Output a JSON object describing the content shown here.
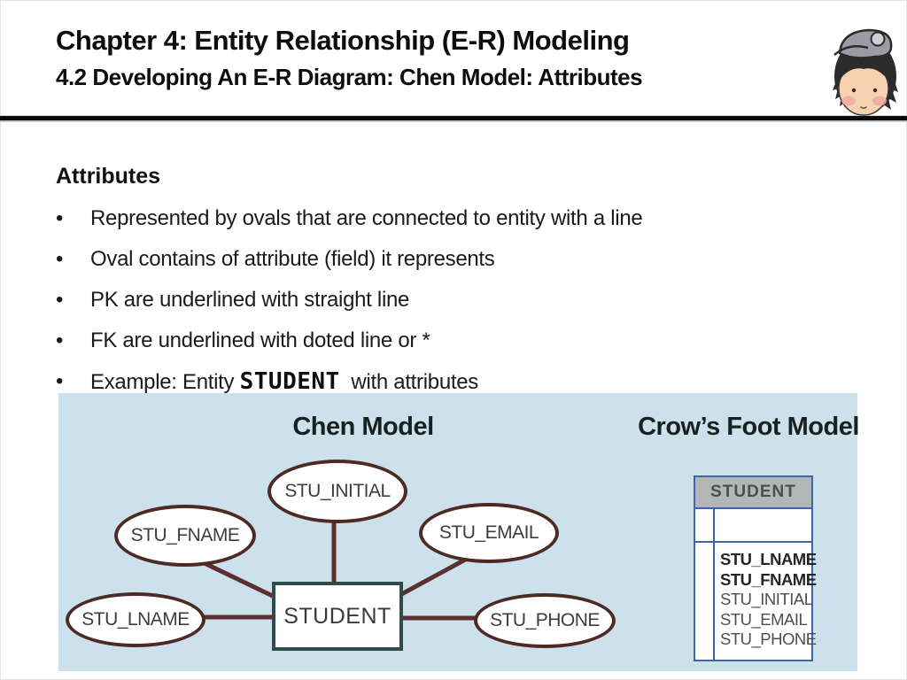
{
  "header": {
    "title": "Chapter 4: Entity Relationship (E-R) Modeling",
    "subtitle": "4.2 Developing An E-R Diagram: Chen Model: Attributes",
    "avatar_icon": "cartoon-kid-with-gray-cap"
  },
  "body": {
    "heading": "Attributes",
    "bullets": [
      {
        "text": "Represented by ovals that are connected to entity with a line"
      },
      {
        "text": "Oval contains of attribute (field) it represents"
      },
      {
        "text": "PK are underlined with straight line"
      },
      {
        "text": "FK are underlined with doted line or *"
      },
      {
        "prefix": "Example: Entity ",
        "code": "STUDENT",
        "suffix": "  with attributes"
      }
    ]
  },
  "diagram": {
    "chen": {
      "title": "Chen Model",
      "entity": "STUDENT",
      "ovals": [
        {
          "label": "STU_INITIAL"
        },
        {
          "label": "STU_FNAME"
        },
        {
          "label": "STU_EMAIL"
        },
        {
          "label": "STU_LNAME"
        },
        {
          "label": "STU_PHONE"
        }
      ]
    },
    "crows_foot": {
      "title": "Crow’s Foot Model",
      "table": {
        "header": "STUDENT",
        "attributes": [
          {
            "name": "STU_LNAME",
            "bold": true
          },
          {
            "name": "STU_FNAME",
            "bold": true
          },
          {
            "name": "STU_INITIAL",
            "bold": false
          },
          {
            "name": "STU_EMAIL",
            "bold": false
          },
          {
            "name": "STU_PHONE",
            "bold": false
          }
        ]
      }
    },
    "colors": {
      "panel_background": "#cde1ec",
      "oval_border": "#4e2a24",
      "connector_line": "#5c3030",
      "entity_border": "#2e4c4a",
      "table_border": "#3c63ae",
      "table_header_bg": "#b3b6b5"
    }
  }
}
